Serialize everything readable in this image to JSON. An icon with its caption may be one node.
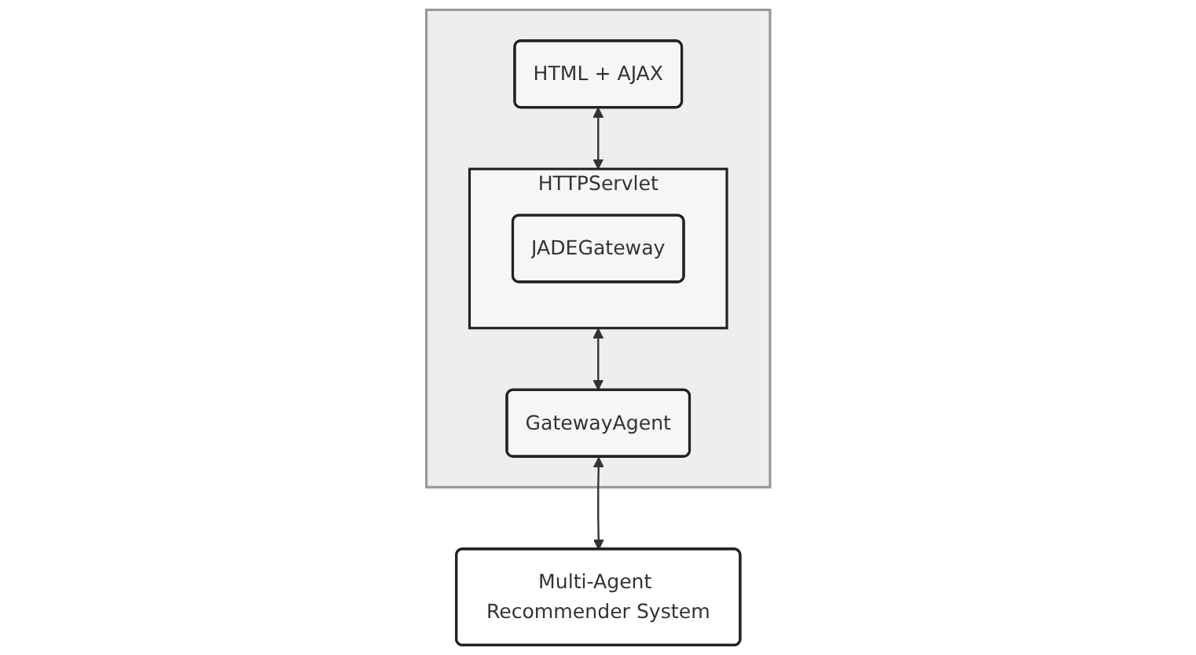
{
  "diagram": {
    "nodes": [
      {
        "text": [],
        "shape": "box"
      },
      {
        "text": [
          "HTML + AJAX"
        ],
        "in": 0
      },
      {
        "text": [
          "HTTPServlet"
        ],
        "in": 0
      },
      {
        "text": [
          "JADEGateway"
        ],
        "in": 2
      },
      {
        "text": [
          "GatewayAgent"
        ],
        "in": 0
      },
      {
        "text": [
          "Multi-Agent Recommender System"
        ]
      }
    ],
    "edges": [
      {
        "from": 1,
        "to": 2,
        "arrow": "both"
      },
      {
        "from": 2,
        "to": 4,
        "arrow": "both"
      },
      {
        "from": 4,
        "to": 5,
        "arrow": "both"
      }
    ]
  }
}
